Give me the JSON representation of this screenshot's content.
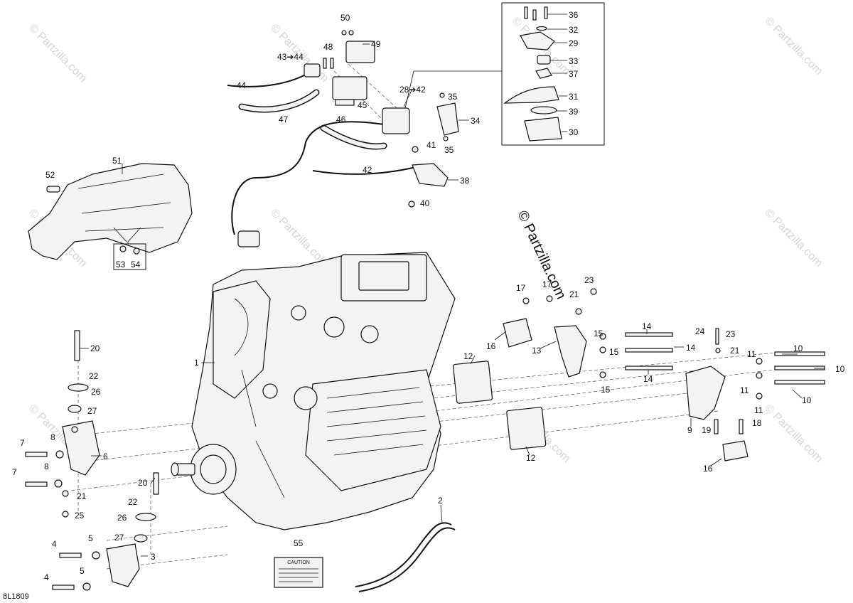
{
  "diagram": {
    "ref_code": "8L1809",
    "watermark": "© Partzilla.com",
    "caution_label": "CAUTION",
    "callouts": {
      "c1": "1",
      "c2": "2",
      "c3": "3",
      "c4a": "4",
      "c4b": "4",
      "c5a": "5",
      "c5b": "5",
      "c6": "6",
      "c7a": "7",
      "c7b": "7",
      "c8a": "8",
      "c8b": "8",
      "c9": "9",
      "c10a": "10",
      "c10b": "10",
      "c10c": "10",
      "c11a": "11",
      "c11b": "11",
      "c11c": "11",
      "c12a": "12",
      "c12b": "12",
      "c13": "13",
      "c14a": "14",
      "c14b": "14",
      "c14c": "14",
      "c15a": "15",
      "c15b": "15",
      "c15c": "15",
      "c16a": "16",
      "c16b": "16",
      "c17a": "17",
      "c17b": "17",
      "c18": "18",
      "c19": "19",
      "c20a": "20",
      "c20b": "20",
      "c21a": "21",
      "c21b": "21",
      "c21c": "21",
      "c22a": "22",
      "c22b": "22",
      "c23a": "23",
      "c23b": "23",
      "c24": "24",
      "c25": "25",
      "c26a": "26",
      "c26b": "26",
      "c27a": "27",
      "c27b": "27",
      "c28": "28➔42",
      "c29": "29",
      "c30": "30",
      "c31": "31",
      "c32": "32",
      "c33": "33",
      "c34": "34",
      "c35a": "35",
      "c35b": "35",
      "c36": "36",
      "c37": "37",
      "c38": "38",
      "c39": "39",
      "c40": "40",
      "c41": "41",
      "c42": "42",
      "c43": "43➔44",
      "c44": "44",
      "c45": "45",
      "c46": "46",
      "c47": "47",
      "c48": "48",
      "c49": "49",
      "c50": "50",
      "c51": "51",
      "c52": "52",
      "c53": "53",
      "c54": "54",
      "c55": "55"
    }
  }
}
